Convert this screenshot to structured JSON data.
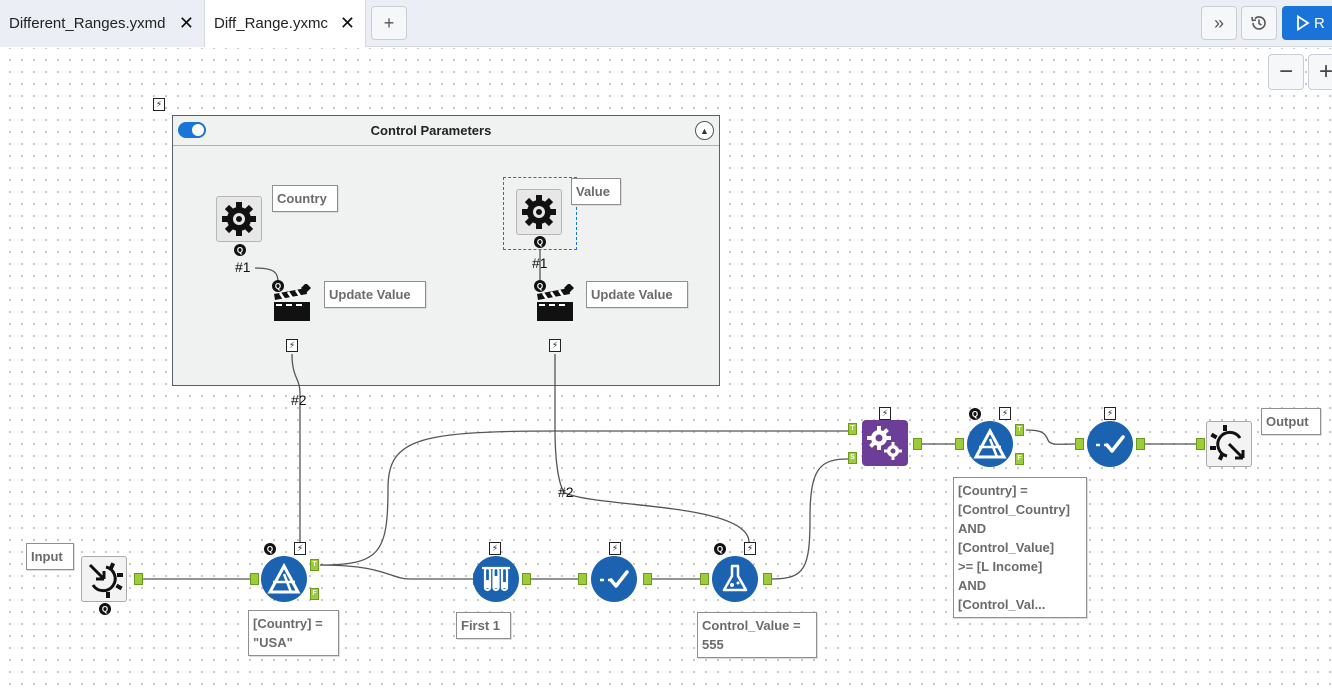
{
  "tabs": [
    {
      "label": "Different_Ranges.yxmd",
      "active": false
    },
    {
      "label": "Diff_Range.yxmc",
      "active": true
    }
  ],
  "toolbar": {
    "add_tab": "+",
    "more": "»",
    "history_icon": "history-icon",
    "run_label": "R",
    "zoom_out": "−",
    "zoom_in": "+"
  },
  "container": {
    "title": "Control Parameters",
    "enabled": true,
    "bolt": "⚡"
  },
  "labels": {
    "country": "Country",
    "value": "Value",
    "update_value_1": "Update Value",
    "update_value_2": "Update Value",
    "input": "Input",
    "output": "Output",
    "filter1_expr": "[Country] =\n\"USA\"",
    "sample": "First 1",
    "formula": "Control_Value =\n555",
    "filter2_expr": "[Country] =\n[Control_Country]\nAND\n[Control_Value]\n>= [L Income]\nAND\n[Control_Val..."
  },
  "connections": {
    "c1": "#1",
    "c2": "#1",
    "c3": "#2",
    "c4": "#2"
  },
  "badges": {
    "q": "Q",
    "bolt": "⚡",
    "t": "T",
    "f": "F",
    "s": "S"
  },
  "colors": {
    "accent": "#1a73d9",
    "tool_blue": "#1b63b0",
    "tool_purple": "#6d3e97",
    "anchor_green": "#9ccc3a"
  }
}
